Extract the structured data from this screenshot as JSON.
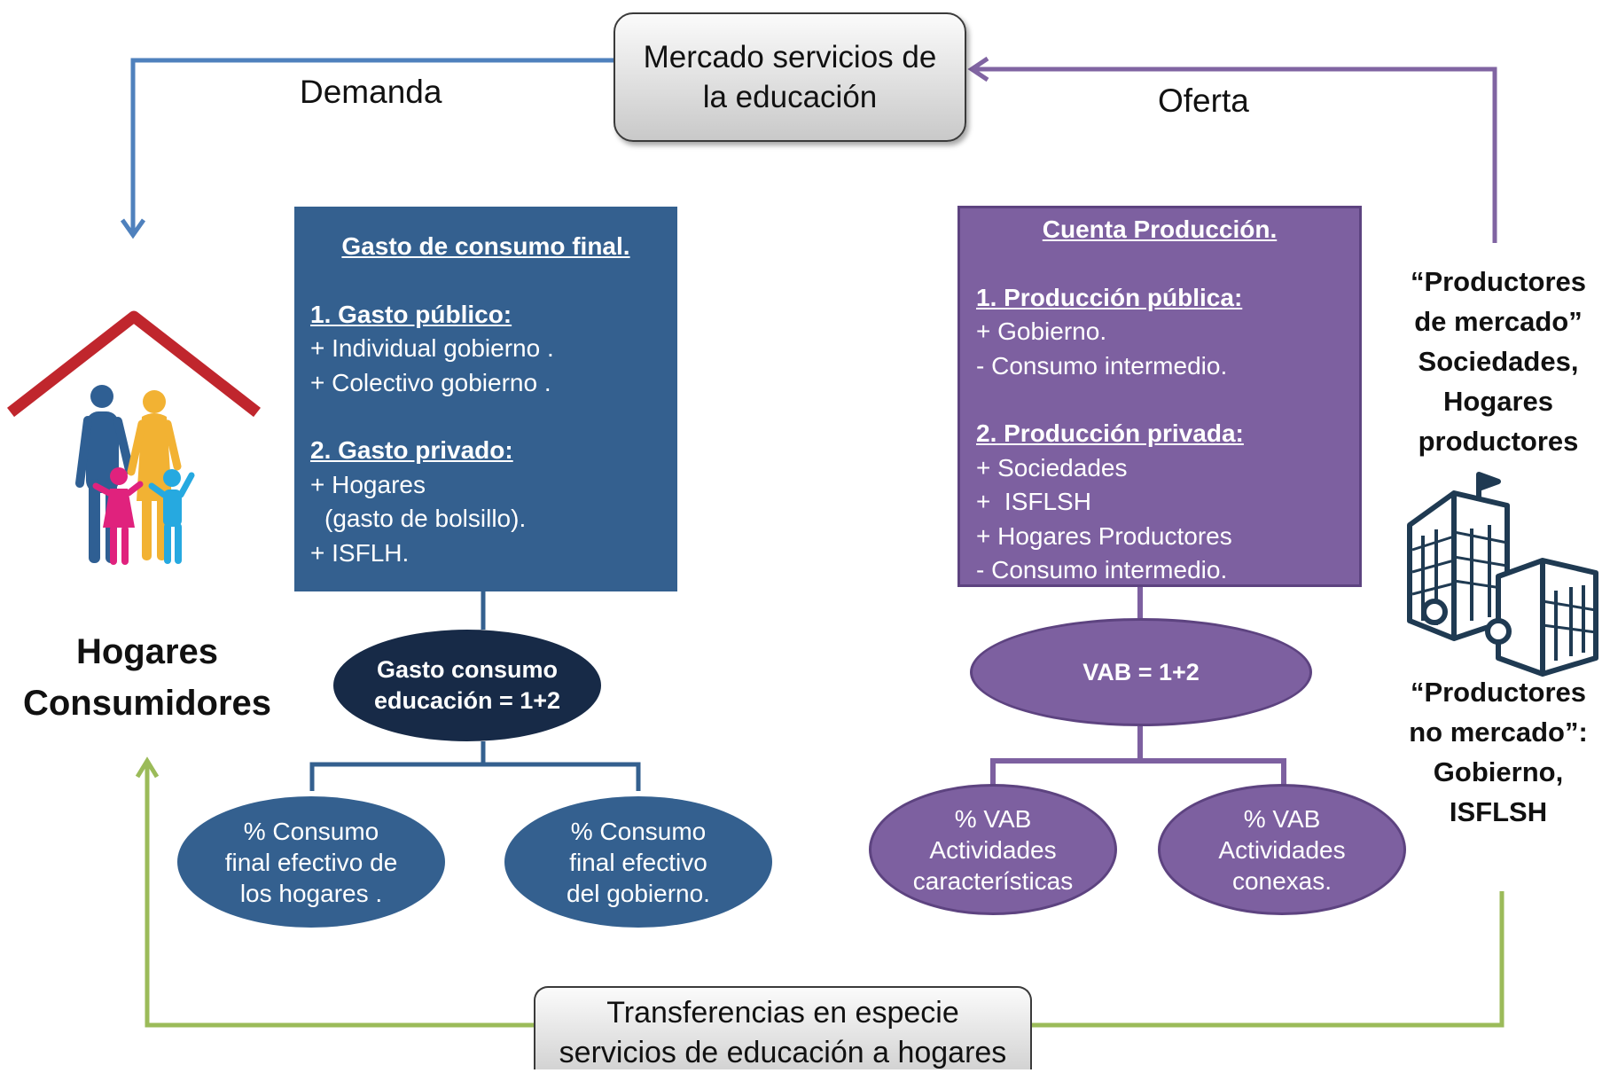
{
  "colors": {
    "blue_box": "#34608f",
    "dark_ellipse": "#172a47",
    "purple_box": "#7d60a0",
    "demand_arrow": "#4f81bd",
    "offer_arrow": "#8064a2",
    "transfer_arrow": "#9bbb59",
    "roof": "#c0262d"
  },
  "market": {
    "line1": "Mercado servicios de",
    "line2": "la educación"
  },
  "demand_label": "Demanda",
  "offer_label": "Oferta",
  "transfer": {
    "line1": "Transferencias en especie",
    "line2": "servicios de educación a hogares"
  },
  "consumers": {
    "icon": "family-house-icon",
    "line1": "Hogares",
    "line2": "Consumidores"
  },
  "spending_box": {
    "title": "Gasto de consumo final.",
    "public_heading": "1. Gasto público:",
    "public_items": [
      "+ Individual gobierno .",
      "+ Colectivo gobierno ."
    ],
    "private_heading": "2. Gasto privado:",
    "private_items": [
      "+ Hogares",
      "(gasto de bolsillo).",
      "+ ISFLH."
    ]
  },
  "spending_total": {
    "line1": "Gasto consumo",
    "line2": "educación = 1+2"
  },
  "spending_split": [
    {
      "line1": "% Consumo",
      "line2": "final efectivo de",
      "line3": "los hogares ."
    },
    {
      "line1": "% Consumo",
      "line2": "final efectivo",
      "line3": "del gobierno."
    }
  ],
  "production_box": {
    "title": "Cuenta Producción.",
    "public_heading": "1. Producción pública:",
    "public_items": [
      "+ Gobierno.",
      "- Consumo intermedio."
    ],
    "private_heading": "2. Producción privada:",
    "private_items": [
      "+ Sociedades",
      "+  ISFLSH",
      "+ Hogares Productores",
      "- Consumo intermedio."
    ]
  },
  "vab_total": "VAB = 1+2",
  "vab_split": [
    {
      "line1": "% VAB",
      "line2": "Actividades",
      "line3": "características"
    },
    {
      "line1": "% VAB",
      "line2": "Actividades",
      "line3": "conexas."
    }
  ],
  "market_producers": {
    "line1": "“Productores",
    "line2": "de mercado”",
    "line3": "Sociedades,",
    "line4": "Hogares",
    "line5": "productores"
  },
  "buildings_icon": "office-buildings-icon",
  "nonmarket_producers": {
    "line1": "“Productores",
    "line2": "no mercado”:",
    "line3": "Gobierno,",
    "line4": "ISFLSH"
  }
}
